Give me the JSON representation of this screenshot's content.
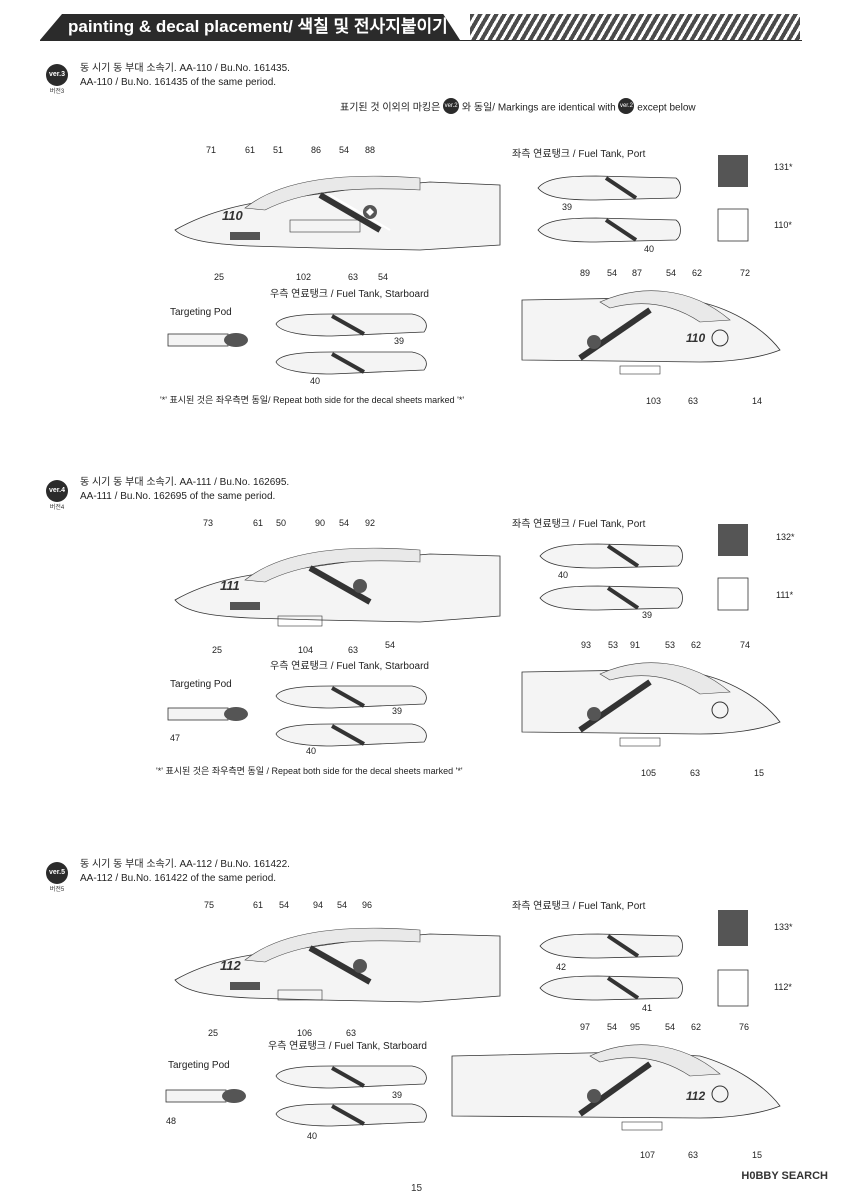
{
  "header": {
    "title": "painting & decal placement/ 색칠 및 전사지붙이기"
  },
  "sections": [
    {
      "badge": "ver.3",
      "badge_sub": "버전3",
      "line1": "동 시기 동 부대 소속기. AA-110 / Bu.No. 161435.",
      "line2": "AA-110 / Bu.No. 161435 of the same period.",
      "note_top_pre": "표기된 것 이외의 마킹은",
      "note_badge": "ver.2",
      "note_top_mid": "와 동일/ Markings are identical with",
      "note_top_post": "except below",
      "port_tank": "좌측 연료탱크 / Fuel Tank, Port",
      "starboard_tank": "우측 연료탱크 / Fuel Tank, Starboard",
      "targeting_pod": "Targeting Pod",
      "repeat_note": "'*' 표시된 것은 좌우측면 동일/ Repeat both side for the decal sheets marked '*'",
      "nose_number": "110",
      "left_callouts": [
        "71",
        "61",
        "51",
        "86",
        "54",
        "88",
        "25",
        "102",
        "63",
        "54"
      ],
      "port_tank_callouts": [
        "39",
        "40"
      ],
      "starboard_tank_callouts": [
        "39",
        "40"
      ],
      "tail_callouts": [
        "131*",
        "110*"
      ],
      "right_callouts": [
        "89",
        "54",
        "87",
        "54",
        "62",
        "72",
        "103",
        "63",
        "14"
      ]
    },
    {
      "badge": "ver.4",
      "badge_sub": "버전4",
      "line1": "동 시기 동 부대 소속기. AA-111 / Bu.No. 162695.",
      "line2": "AA-111 / Bu.No. 162695 of the same period.",
      "port_tank": "좌측 연료탱크 / Fuel Tank, Port",
      "starboard_tank": "우측 연료탱크 / Fuel Tank, Starboard",
      "targeting_pod": "Targeting Pod",
      "repeat_note": "'*' 표시된 것은 좌우측면 동일 / Repeat both side for the decal sheets marked '*'",
      "nose_number": "111",
      "left_callouts": [
        "73",
        "61",
        "50",
        "90",
        "54",
        "92",
        "25",
        "104",
        "63",
        "54"
      ],
      "port_tank_callouts": [
        "40",
        "39"
      ],
      "starboard_tank_callouts": [
        "39",
        "40"
      ],
      "pod_callout": "47",
      "tail_callouts": [
        "132*",
        "111*"
      ],
      "right_callouts": [
        "93",
        "53",
        "91",
        "53",
        "62",
        "74",
        "105",
        "63",
        "15"
      ]
    },
    {
      "badge": "ver.5",
      "badge_sub": "버전5",
      "line1": "동 시기 동 부대 소속기. AA-112 / Bu.No. 161422.",
      "line2": "AA-112 / Bu.No. 161422 of the same period.",
      "port_tank": "좌측 연료탱크 / Fuel Tank, Port",
      "starboard_tank": "우측 연료탱크 / Fuel Tank, Starboard",
      "targeting_pod": "Targeting Pod",
      "nose_number": "112",
      "left_callouts": [
        "75",
        "61",
        "54",
        "94",
        "54",
        "96",
        "25",
        "106",
        "63"
      ],
      "port_tank_callouts": [
        "42",
        "41"
      ],
      "starboard_tank_callouts": [
        "39",
        "40"
      ],
      "pod_callout": "48",
      "tail_callouts": [
        "133*",
        "112*"
      ],
      "right_callouts": [
        "97",
        "54",
        "95",
        "54",
        "62",
        "76",
        "107",
        "63",
        "15"
      ]
    }
  ],
  "footer": {
    "page_number": "15",
    "watermark": "H0BBY SEARCH"
  }
}
